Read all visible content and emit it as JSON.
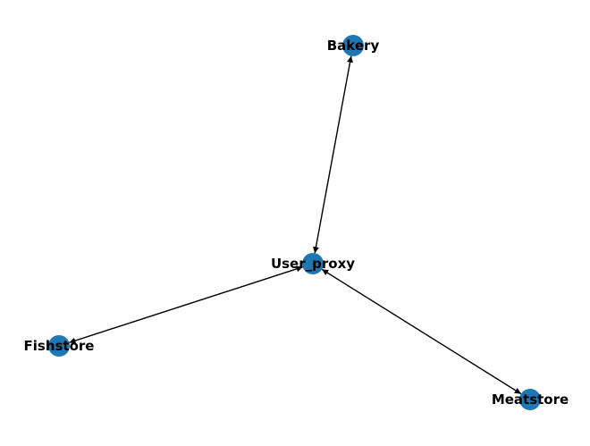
{
  "graph": {
    "directed": true,
    "node_color": "#1f77b4",
    "edge_color": "#000000",
    "nodes": [
      {
        "id": "Bakery",
        "label": "Bakery"
      },
      {
        "id": "User_proxy",
        "label": "User_proxy"
      },
      {
        "id": "Fishstore",
        "label": "Fishstore"
      },
      {
        "id": "Meatstore",
        "label": "Meatstore"
      }
    ],
    "edges": [
      {
        "from": "User_proxy",
        "to": "Bakery",
        "arrows": "both"
      },
      {
        "from": "User_proxy",
        "to": "Fishstore",
        "arrows": "both"
      },
      {
        "from": "User_proxy",
        "to": "Meatstore",
        "arrows": "both"
      }
    ]
  }
}
